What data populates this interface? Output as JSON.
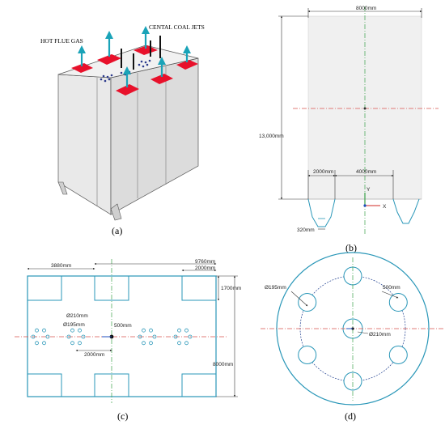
{
  "panel_a": {
    "caption": "(a)",
    "label_hot_flue_gas": "HOT FLUE GAS",
    "label_coal_jets": "CENTAL COAL JETS"
  },
  "panel_b": {
    "caption": "(b)",
    "dim_width": "8000mm",
    "dim_height": "13,000mm",
    "dim_left": "2000mm",
    "dim_center": "4000mm",
    "dim_bottom": "320mm",
    "axis_y": "Y",
    "axis_x": "X"
  },
  "panel_c": {
    "caption": "(c)",
    "dim_left": "3880mm",
    "dim_total": "9760mm",
    "dim_right": "2000mm",
    "dim_upper": "1700mm",
    "dim_height": "8000mm",
    "dim_d210": "Ø210mm",
    "dim_d195": "Ø195mm",
    "dim_r500": "500mm",
    "dim_spacing": "2000mm"
  },
  "panel_d": {
    "caption": "(d)",
    "dim_d195": "Ø195mm",
    "dim_r500": "500mm",
    "dim_d210": "Ø210mm"
  },
  "colors": {
    "outline": "#2a97b8",
    "red_outlet": "#e8112b",
    "arrow": "#1aa3b8",
    "centerline_red": "#d9534f",
    "centerline_green": "#3aa24a"
  }
}
